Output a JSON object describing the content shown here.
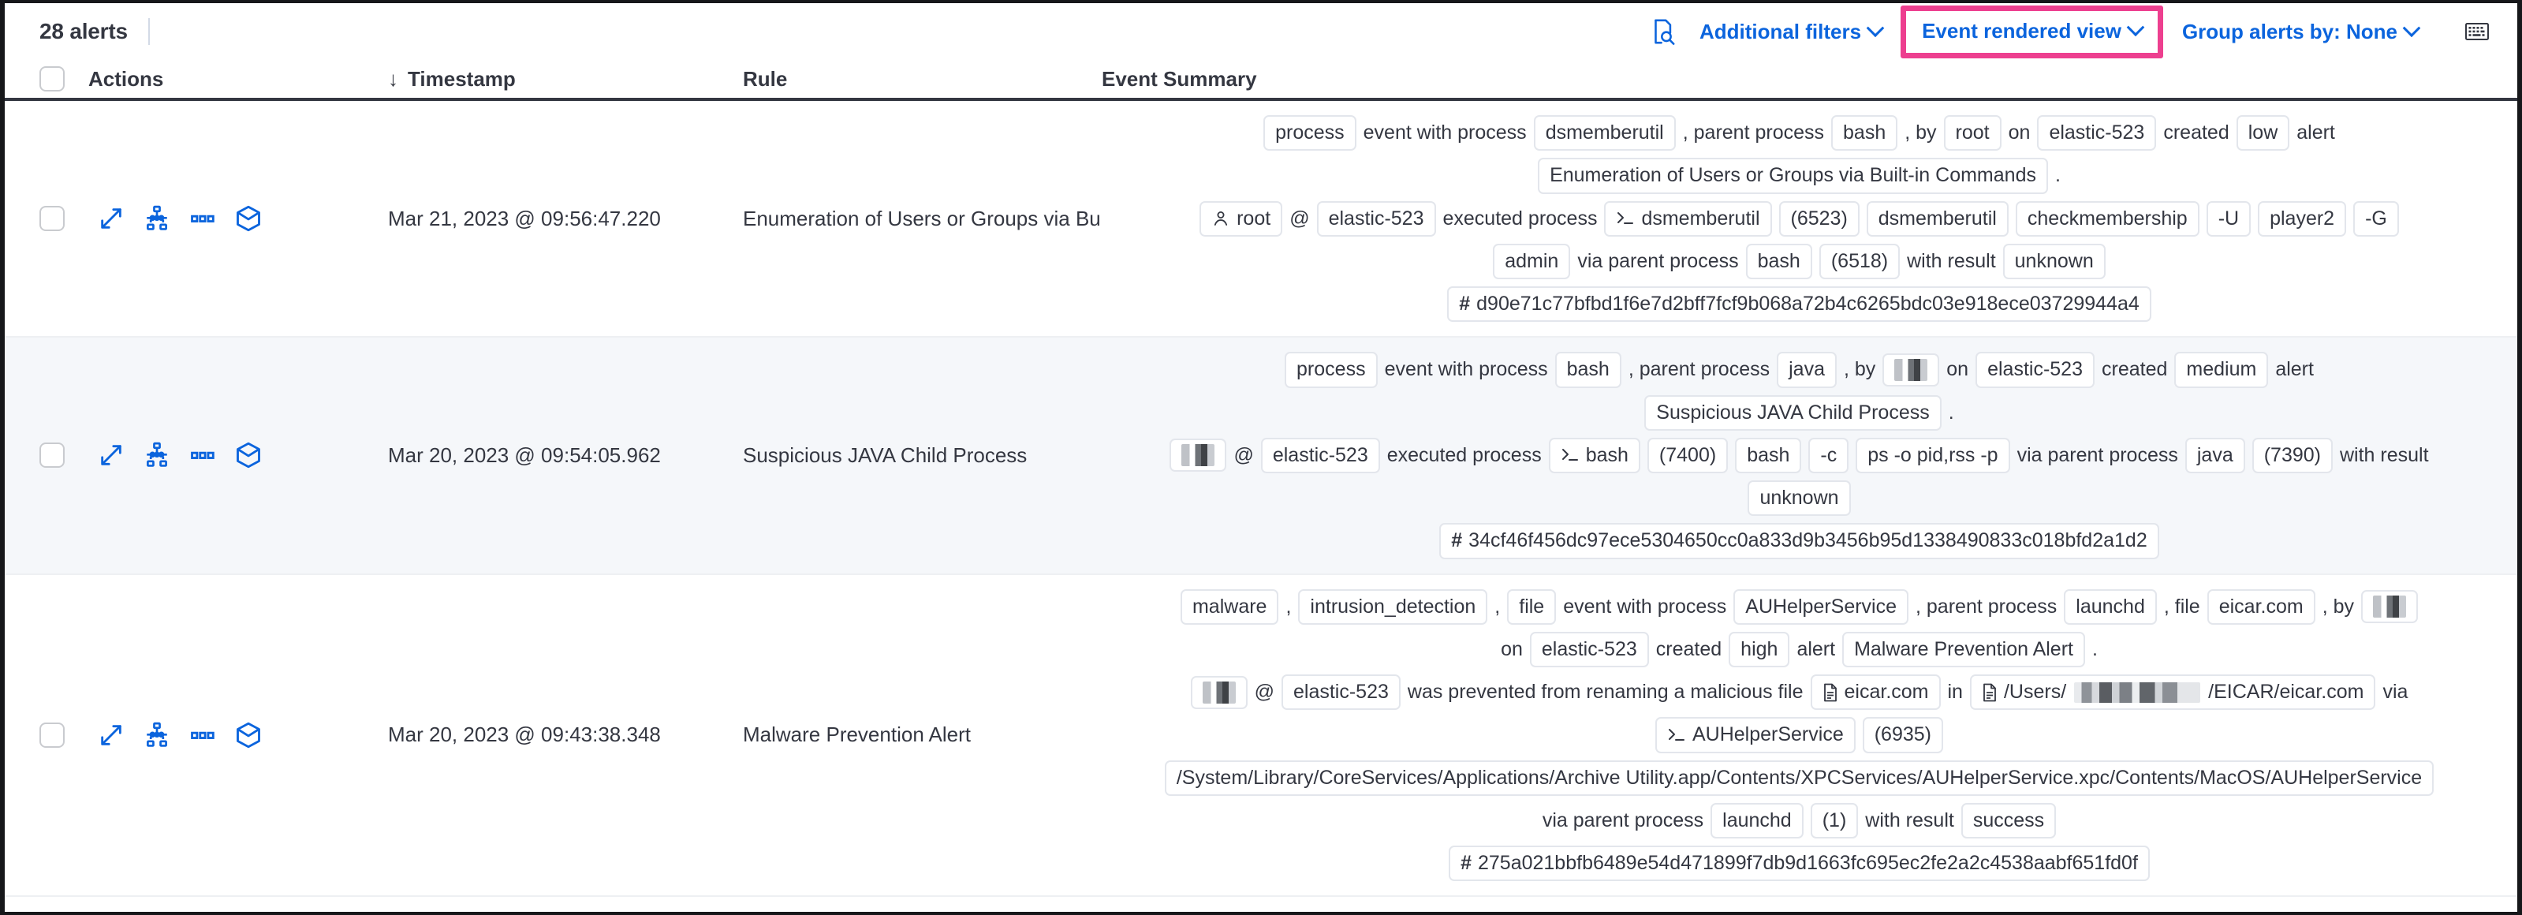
{
  "toolbar": {
    "alert_count": "28 alerts",
    "inspect_icon": "inspect-icon",
    "additional_filters": "Additional filters",
    "event_rendered_view": "Event rendered view",
    "group_alerts_by": "Group alerts by: None",
    "keyboard_icon": "keyboard-icon",
    "highlight_color": "#ed3f8f",
    "link_color": "#0b64dd"
  },
  "table": {
    "columns": {
      "actions": "Actions",
      "timestamp": "Timestamp",
      "rule": "Rule",
      "event_summary": "Event Summary"
    },
    "sort_indicator": "↓"
  },
  "rows": [
    {
      "timestamp": "Mar 21, 2023 @ 09:56:47.220",
      "rule": "Enumeration of Users or Groups via Bui",
      "summary_lines": [
        [
          {
            "t": "chip",
            "v": "process"
          },
          {
            "t": "text",
            "v": "event with process"
          },
          {
            "t": "chip",
            "v": "dsmemberutil"
          },
          {
            "t": "text",
            "v": ", parent process"
          },
          {
            "t": "chip",
            "v": "bash"
          },
          {
            "t": "text",
            "v": ", by"
          },
          {
            "t": "chip",
            "v": "root"
          },
          {
            "t": "text",
            "v": "on"
          },
          {
            "t": "chip",
            "v": "elastic-523"
          },
          {
            "t": "text",
            "v": "created"
          },
          {
            "t": "chip",
            "v": "low"
          },
          {
            "t": "text",
            "v": "alert"
          }
        ],
        [
          {
            "t": "chip",
            "v": "Enumeration of Users or Groups via Built-in Commands"
          },
          {
            "t": "text",
            "v": "."
          }
        ],
        [
          {
            "t": "chip-user",
            "v": "root"
          },
          {
            "t": "text",
            "v": "@"
          },
          {
            "t": "chip",
            "v": "elastic-523"
          },
          {
            "t": "text",
            "v": "executed process"
          },
          {
            "t": "chip-proc",
            "v": "dsmemberutil"
          },
          {
            "t": "chip",
            "v": "(6523)"
          },
          {
            "t": "chip",
            "v": "dsmemberutil"
          },
          {
            "t": "chip",
            "v": "checkmembership"
          },
          {
            "t": "chip",
            "v": "-U"
          },
          {
            "t": "chip",
            "v": "player2"
          },
          {
            "t": "chip",
            "v": "-G"
          }
        ],
        [
          {
            "t": "chip",
            "v": "admin"
          },
          {
            "t": "text",
            "v": "via parent process"
          },
          {
            "t": "chip",
            "v": "bash"
          },
          {
            "t": "chip",
            "v": "(6518)"
          },
          {
            "t": "text",
            "v": "with result"
          },
          {
            "t": "chip",
            "v": "unknown"
          }
        ],
        [
          {
            "t": "chip-hash",
            "v": "d90e71c77bfbd1f6e7d2bff7fcf9b068a72b4c6265bdc03e918ece03729944a4"
          }
        ]
      ]
    },
    {
      "timestamp": "Mar 20, 2023 @ 09:54:05.962",
      "rule": "Suspicious JAVA Child Process",
      "summary_lines": [
        [
          {
            "t": "chip",
            "v": "process"
          },
          {
            "t": "text",
            "v": "event with process"
          },
          {
            "t": "chip",
            "v": "bash"
          },
          {
            "t": "text",
            "v": ", parent process"
          },
          {
            "t": "chip",
            "v": "java"
          },
          {
            "t": "text",
            "v": ", by"
          },
          {
            "t": "chip-redacted",
            "v": ""
          },
          {
            "t": "text",
            "v": "on"
          },
          {
            "t": "chip",
            "v": "elastic-523"
          },
          {
            "t": "text",
            "v": "created"
          },
          {
            "t": "chip",
            "v": "medium"
          },
          {
            "t": "text",
            "v": "alert"
          }
        ],
        [
          {
            "t": "chip",
            "v": "Suspicious JAVA Child Process"
          },
          {
            "t": "text",
            "v": "."
          }
        ],
        [
          {
            "t": "chip-redacted",
            "v": ""
          },
          {
            "t": "text",
            "v": "@"
          },
          {
            "t": "chip",
            "v": "elastic-523"
          },
          {
            "t": "text",
            "v": "executed process"
          },
          {
            "t": "chip-proc",
            "v": "bash"
          },
          {
            "t": "chip",
            "v": "(7400)"
          },
          {
            "t": "chip",
            "v": "bash"
          },
          {
            "t": "chip",
            "v": "-c"
          },
          {
            "t": "chip",
            "v": "ps -o pid,rss -p"
          },
          {
            "t": "text",
            "v": "via parent process"
          },
          {
            "t": "chip",
            "v": "java"
          },
          {
            "t": "chip",
            "v": "(7390)"
          },
          {
            "t": "text",
            "v": "with result"
          }
        ],
        [
          {
            "t": "chip",
            "v": "unknown"
          }
        ],
        [
          {
            "t": "chip-hash",
            "v": "34cf46f456dc97ece5304650cc0a833d9b3456b95d1338490833c018bfd2a1d2"
          }
        ]
      ]
    },
    {
      "timestamp": "Mar 20, 2023 @ 09:43:38.348",
      "rule": "Malware Prevention Alert",
      "summary_lines": [
        [
          {
            "t": "chip",
            "v": "malware"
          },
          {
            "t": "text",
            "v": ","
          },
          {
            "t": "chip",
            "v": "intrusion_detection"
          },
          {
            "t": "text",
            "v": ","
          },
          {
            "t": "chip",
            "v": "file"
          },
          {
            "t": "text",
            "v": "event with process"
          },
          {
            "t": "chip",
            "v": "AUHelperService"
          },
          {
            "t": "text",
            "v": ", parent process"
          },
          {
            "t": "chip",
            "v": "launchd"
          },
          {
            "t": "text",
            "v": ", file"
          },
          {
            "t": "chip",
            "v": "eicar.com"
          },
          {
            "t": "text",
            "v": ", by"
          },
          {
            "t": "chip-redacted",
            "v": ""
          }
        ],
        [
          {
            "t": "text",
            "v": "on"
          },
          {
            "t": "chip",
            "v": "elastic-523"
          },
          {
            "t": "text",
            "v": "created"
          },
          {
            "t": "chip",
            "v": "high"
          },
          {
            "t": "text",
            "v": "alert"
          },
          {
            "t": "chip",
            "v": "Malware Prevention Alert"
          },
          {
            "t": "text",
            "v": "."
          }
        ],
        [
          {
            "t": "chip-redacted",
            "v": ""
          },
          {
            "t": "text",
            "v": "@"
          },
          {
            "t": "chip",
            "v": "elastic-523"
          },
          {
            "t": "text",
            "v": "was prevented from renaming a malicious file"
          },
          {
            "t": "chip-file",
            "v": "eicar.com"
          },
          {
            "t": "text",
            "v": "in"
          },
          {
            "t": "chip-file-redacted",
            "prefix": "/Users/",
            "suffix": "/EICAR/eicar.com"
          },
          {
            "t": "text",
            "v": "via"
          }
        ],
        [
          {
            "t": "chip-proc",
            "v": "AUHelperService"
          },
          {
            "t": "chip",
            "v": "(6935)"
          }
        ],
        [
          {
            "t": "chip",
            "v": "/System/Library/CoreServices/Applications/Archive Utility.app/Contents/XPCServices/AUHelperService.xpc/Contents/MacOS/AUHelperService"
          }
        ],
        [
          {
            "t": "text",
            "v": "via parent process"
          },
          {
            "t": "chip",
            "v": "launchd"
          },
          {
            "t": "chip",
            "v": "(1)"
          },
          {
            "t": "text",
            "v": "with result"
          },
          {
            "t": "chip",
            "v": "success"
          }
        ],
        [
          {
            "t": "chip-hash",
            "v": "275a021bbfb6489e54d471899f7db9d1663fc695ec2fe2a2c4538aabf651fd0f"
          }
        ]
      ]
    }
  ],
  "row_actions": {
    "checkbox": "row-checkbox",
    "expand": "expand-icon",
    "analyzer": "analyzer-icon",
    "more": "more-actions-icon",
    "session": "session-view-icon"
  }
}
